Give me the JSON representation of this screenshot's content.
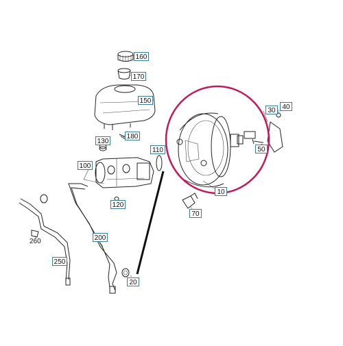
{
  "diagram": {
    "highlight_color": "#c2185b",
    "callout_border_color": "#3a7c9b",
    "parts": {
      "p160": "160",
      "p170": "170",
      "p150": "150",
      "p180": "180",
      "p130": "130",
      "p110": "110",
      "p100": "100",
      "p120": "120",
      "p10": "10",
      "p30": "30",
      "p40": "40",
      "p50": "50",
      "p70": "70",
      "p200": "200",
      "p250": "250",
      "p260": "260",
      "p20": "20"
    }
  }
}
